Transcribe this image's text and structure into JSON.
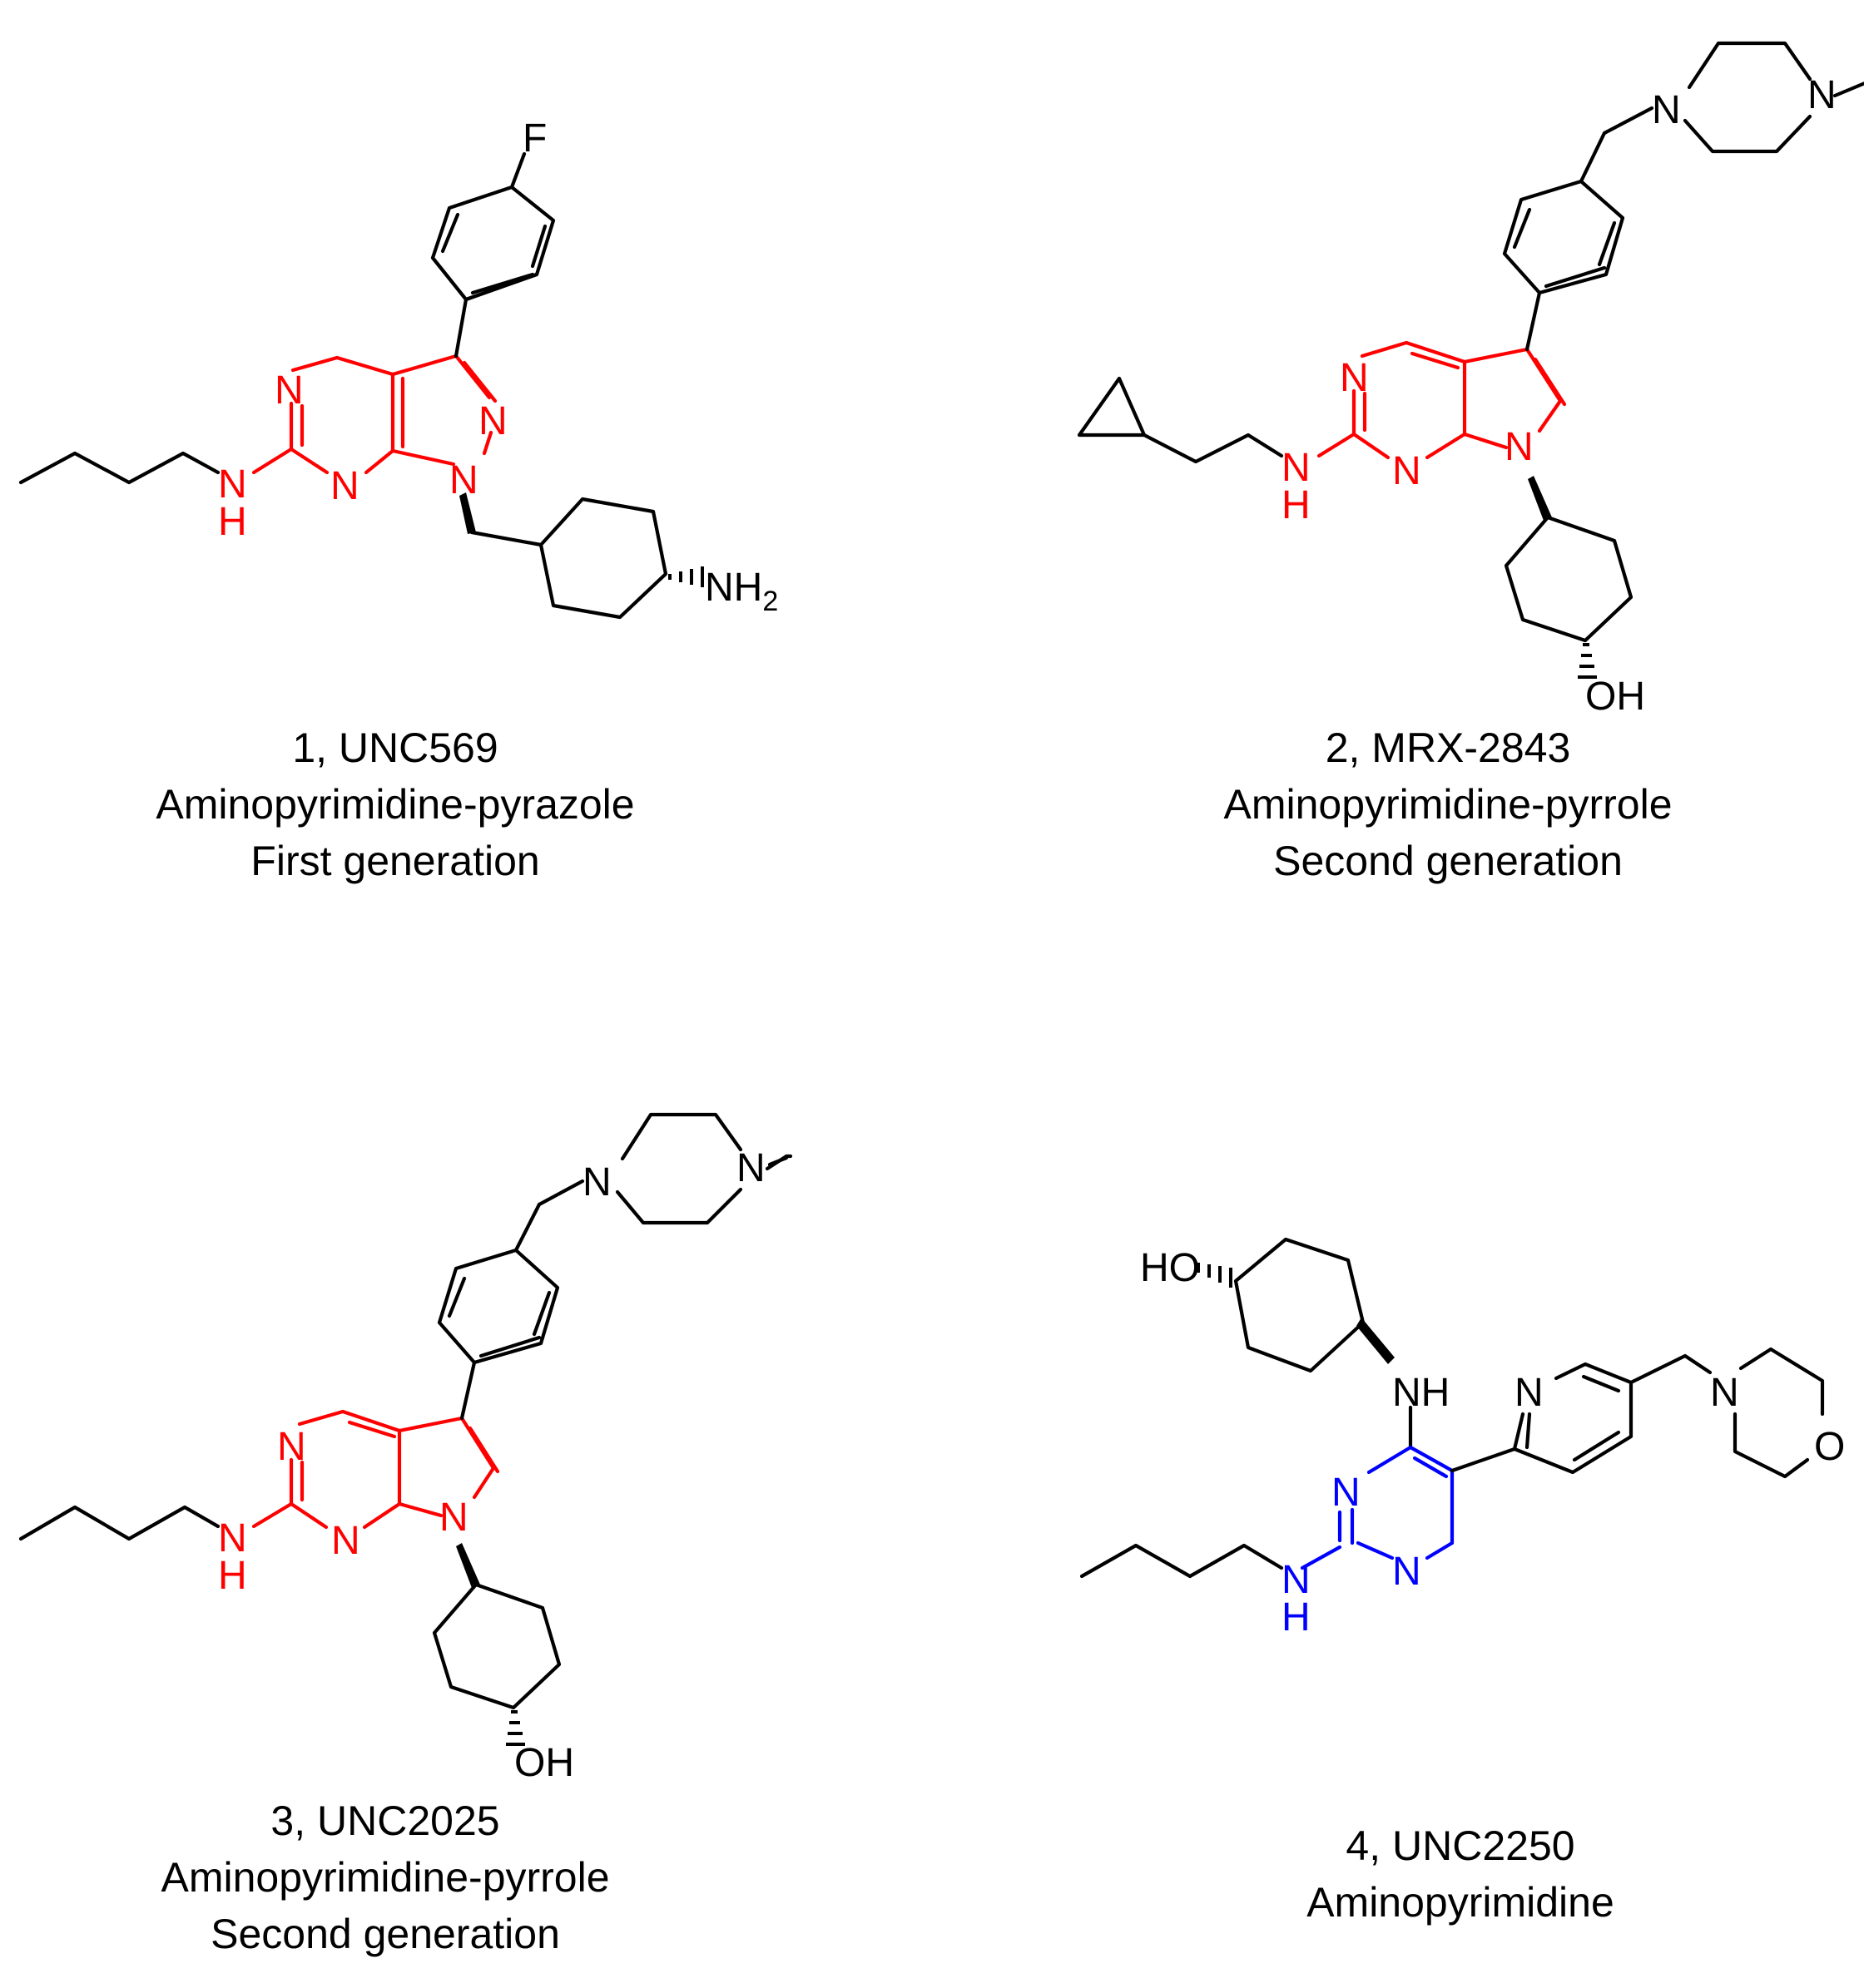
{
  "colors": {
    "core": "#ff0000",
    "core_aminopyrimidine": "#0000ff",
    "bond": "#000000"
  },
  "compounds": [
    {
      "id": "1",
      "name": "UNC569",
      "label": "1, UNC569",
      "scaffold": "Aminopyrimidine-pyrazole",
      "generation": "First generation"
    },
    {
      "id": "2",
      "name": "MRX-2843",
      "label": "2, MRX-2843",
      "scaffold": "Aminopyrimidine-pyrrole",
      "generation": "Second generation"
    },
    {
      "id": "3",
      "name": "UNC2025",
      "label": "3, UNC2025",
      "scaffold": "Aminopyrimidine-pyrrole",
      "generation": "Second generation"
    },
    {
      "id": "4",
      "name": "UNC2250",
      "label": "4, UNC2250",
      "scaffold": "Aminopyrimidine"
    }
  ],
  "atoms": {
    "c1": {
      "F": "F",
      "N1": "N",
      "N2": "N",
      "N3": "N",
      "N4": "N",
      "NH": "N",
      "H": "H",
      "NH2": "NH",
      "NH2_sub": "2"
    },
    "c2": {
      "N_pip1": "N",
      "N_pip2": "N",
      "N1": "N",
      "N2": "N",
      "N_pyr": "N",
      "NH": "N",
      "H": "H",
      "OH": "OH"
    },
    "c3": {
      "N_pip1": "N",
      "N_pip2": "N",
      "N1": "N",
      "N2": "N",
      "N_pyr": "N",
      "NH": "N",
      "H": "H",
      "OH": "OH"
    },
    "c4": {
      "HO": "HO",
      "NH_top": "NH",
      "N_py": "N",
      "N_morph": "N",
      "O_morph": "O",
      "N1": "N",
      "N2": "N",
      "NH": "N",
      "H": "H"
    }
  }
}
